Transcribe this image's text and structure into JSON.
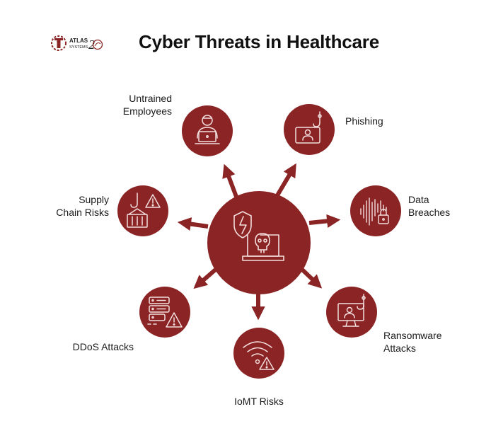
{
  "title": "Cyber Threats in Healthcare",
  "logo": {
    "brand_line1": "ATLAS",
    "brand_line2": "SYSTEMS"
  },
  "colors": {
    "circle_fill": "#8b2424",
    "arrow_fill": "#8b2424",
    "icon_stroke": "#f3dede",
    "text": "#1a1a1a"
  },
  "threats": [
    {
      "id": "untrained-employees",
      "lines": [
        "Untrained",
        "Employees"
      ],
      "icon": "user-laptop-icon"
    },
    {
      "id": "phishing",
      "lines": [
        "Phishing"
      ],
      "icon": "phishing-hook-icon"
    },
    {
      "id": "data-breaches",
      "lines": [
        "Data",
        "Breaches"
      ],
      "icon": "waveform-lock-icon"
    },
    {
      "id": "ransomware-attacks",
      "lines": [
        "Ransomware",
        "Attacks"
      ],
      "icon": "monitor-hook-icon"
    },
    {
      "id": "iomt-risks",
      "lines": [
        "IoMT Risks"
      ],
      "icon": "wifi-warning-icon"
    },
    {
      "id": "ddos-attacks",
      "lines": [
        "DDoS Attacks"
      ],
      "icon": "server-warning-icon"
    },
    {
      "id": "supply-chain-risks",
      "lines": [
        "Supply",
        "Chain Risks"
      ],
      "icon": "crate-warning-icon"
    }
  ],
  "center_icon": "shield-laptop-skull-icon"
}
